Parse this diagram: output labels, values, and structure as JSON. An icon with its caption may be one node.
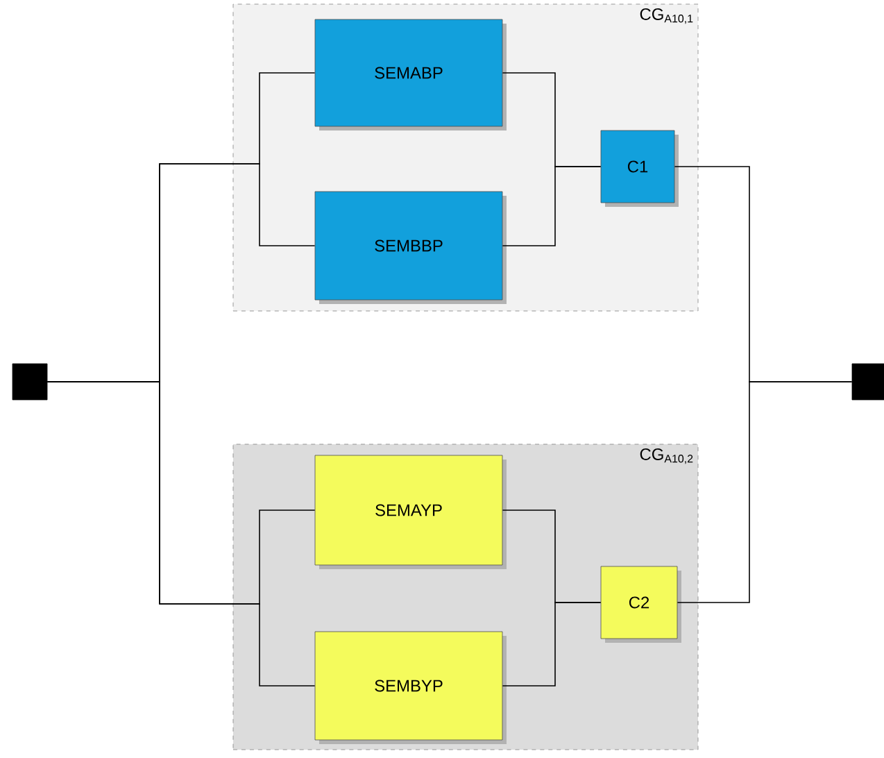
{
  "diagram": {
    "nodes": [
      {
        "text": [],
        "shape": "box"
      },
      {
        "text": [
          "CG$_{A10,1}$"
        ]
      },
      {
        "text": [
          "SEMABP"
        ],
        "in": 1
      },
      {
        "text": [
          "SEMBBP"
        ],
        "in": 1
      },
      {
        "text": [
          "C1"
        ],
        "in": 1
      },
      {
        "text": [
          "CG$_{A10,2}$"
        ]
      },
      {
        "text": [
          "SEMAYP"
        ],
        "in": 5
      },
      {
        "text": [
          "SEMBYP"
        ],
        "in": 5
      },
      {
        "text": [
          "C2"
        ],
        "in": 5
      },
      {
        "text": [],
        "shape": "box"
      }
    ],
    "edges": [
      {
        "from": 0,
        "to": 2,
        "arrow": "none"
      },
      {
        "from": 0,
        "to": 3,
        "arrow": "none"
      },
      {
        "from": 0,
        "to": 6,
        "arrow": "none"
      },
      {
        "from": 0,
        "to": 7,
        "arrow": "none"
      },
      {
        "from": 2,
        "to": 4,
        "arrow": "none"
      },
      {
        "from": 3,
        "to": 4,
        "arrow": "none"
      },
      {
        "from": 6,
        "to": 8,
        "arrow": "none"
      },
      {
        "from": 7,
        "to": 8,
        "arrow": "none"
      },
      {
        "from": 4,
        "to": 9,
        "arrow": "none"
      },
      {
        "from": 8,
        "to": 9,
        "arrow": "none"
      }
    ]
  }
}
